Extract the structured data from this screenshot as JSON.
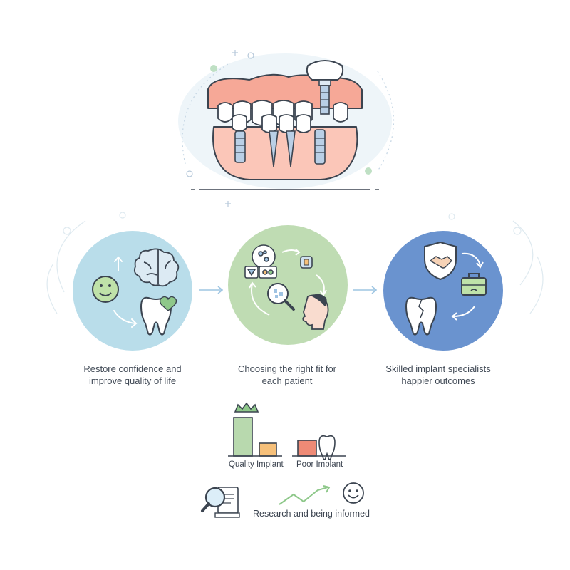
{
  "stages": [
    {
      "caption_line1": "Restore confidence and",
      "caption_line2": "improve quality of life",
      "color": "#b9ddea"
    },
    {
      "caption_line1": "Choosing the right fit for",
      "caption_line2": "each patient",
      "color": "#bfdcb3"
    },
    {
      "caption_line1": "Skilled implant specialists",
      "caption_line2": "happier outcomes",
      "color": "#6a93cf"
    }
  ],
  "comparison": {
    "quality_label": "Quality Implant",
    "poor_label": "Poor Implant"
  },
  "footer": {
    "research_label": "Research and being informed"
  },
  "colors": {
    "gum": "#f6a897",
    "gum_light": "#fbc6b8",
    "tooth": "#ffffff",
    "outline": "#3b4450",
    "screw": "#b9cfe6",
    "green_bar": "#b8d9ae",
    "orange_bar": "#f6c07a",
    "red_bar": "#ee8a76",
    "accent_green": "#8ec88a"
  },
  "icons": {
    "hero": "dental-implant-denture-icon",
    "stage1": [
      "smiley-face-icon",
      "brain-icon",
      "tooth-heart-icon",
      "cycle-arrows-icon"
    ],
    "stage2": [
      "scan-collage-icon",
      "small-photo-icon",
      "magnifier-icon",
      "patient-head-icon",
      "cycle-arrows-icon"
    ],
    "stage3": [
      "shield-handshake-icon",
      "briefcase-icon",
      "broken-tooth-icon",
      "cycle-arrows-icon"
    ],
    "comparison": [
      "crown-icon",
      "small-tooth-icon"
    ],
    "footer": [
      "magnifier-document-icon",
      "trend-line-icon",
      "smiley-icon"
    ]
  }
}
